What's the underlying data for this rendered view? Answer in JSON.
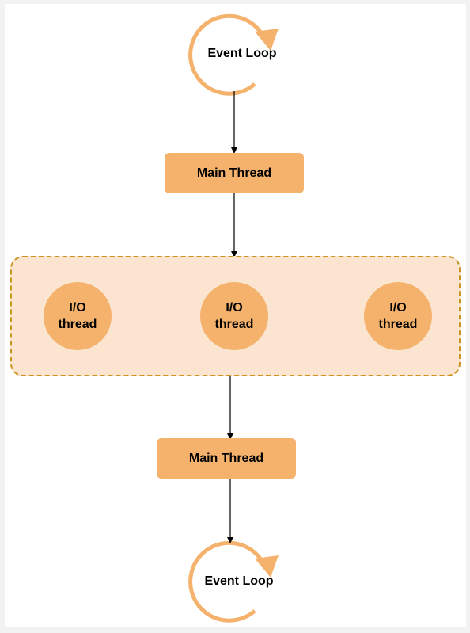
{
  "nodes": {
    "event_loop_top": "Event Loop",
    "main_thread_top": "Main Thread",
    "io_threads": [
      {
        "line1": "I/O",
        "line2": "thread"
      },
      {
        "line1": "I/O",
        "line2": "thread"
      },
      {
        "line1": "I/O",
        "line2": "thread"
      }
    ],
    "main_thread_bottom": "Main Thread",
    "event_loop_bottom": "Event Loop"
  },
  "colors": {
    "node_fill": "#f5b26d",
    "group_fill": "#fbe5d0",
    "group_border": "#c9951f",
    "arrow": "#000000",
    "loop_stroke": "#f5b26d"
  },
  "icons": {
    "loop": "circular-arrow-icon",
    "connector": "arrow-down-icon"
  }
}
